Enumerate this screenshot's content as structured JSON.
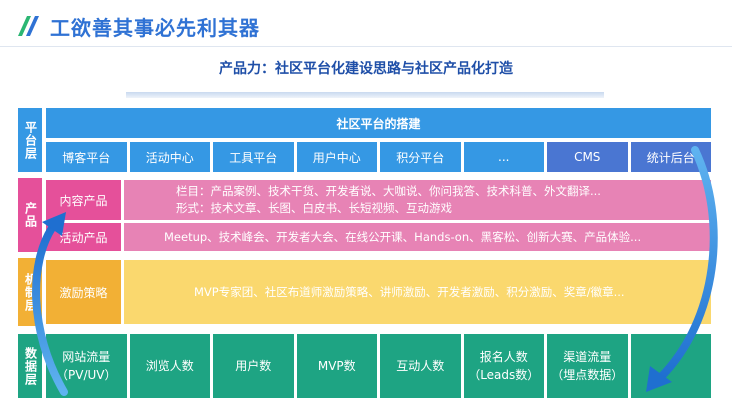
{
  "header": {
    "title": "工欲善其事必先利其器",
    "subtitle": "产品力：社区平台化建设思路与社区产品化打造"
  },
  "layers": {
    "platform": {
      "side_label": "平台层",
      "banner": "社区平台的搭建",
      "items": [
        "博客平台",
        "活动中心",
        "工具平台",
        "用户中心",
        "积分平台",
        "...",
        "CMS",
        "统计后台"
      ]
    },
    "product": {
      "side_label": "产品",
      "rows": [
        {
          "name": "内容产品",
          "lines": [
            "栏目：产品案例、技术干货、开发者说、大咖说、你问我答、技术科普、外文翻译...",
            "形式：技术文章、长图、白皮书、长短视频、互动游戏"
          ]
        },
        {
          "name": "活动产品",
          "lines": [
            "Meetup、技术峰会、开发者大会、在线公开课、Hands-on、黑客松、创新大赛、产品体验..."
          ]
        }
      ]
    },
    "incentive": {
      "side_label": "机制层",
      "name": "激励策略",
      "text": "MVP专家团、社区布道师激励策略、讲师激励、开发者激励、积分激励、奖章/徽章..."
    },
    "data": {
      "side_label": "数据层",
      "items": [
        {
          "line1": "网站流量",
          "line2": "（PV/UV）"
        },
        {
          "line1": "浏览人数",
          "line2": ""
        },
        {
          "line1": "用户数",
          "line2": ""
        },
        {
          "line1": "MVP数",
          "line2": ""
        },
        {
          "line1": "互动人数",
          "line2": ""
        },
        {
          "line1": "报名人数",
          "line2": "（Leads数）"
        },
        {
          "line1": "渠道流量",
          "line2": "（埋点数据）"
        },
        {
          "line1": "",
          "line2": ""
        }
      ]
    }
  },
  "colors": {
    "title_blue": "#2f72d4",
    "platform_blue": "#3598e4",
    "platform_dark": "#4a76d2",
    "product_pink": "#e5509a",
    "product_band": "#e783b5",
    "incentive_orange": "#f2b035",
    "incentive_band": "#fad86e",
    "data_green": "#1ea483",
    "arrow_blue": "#2e86df"
  }
}
